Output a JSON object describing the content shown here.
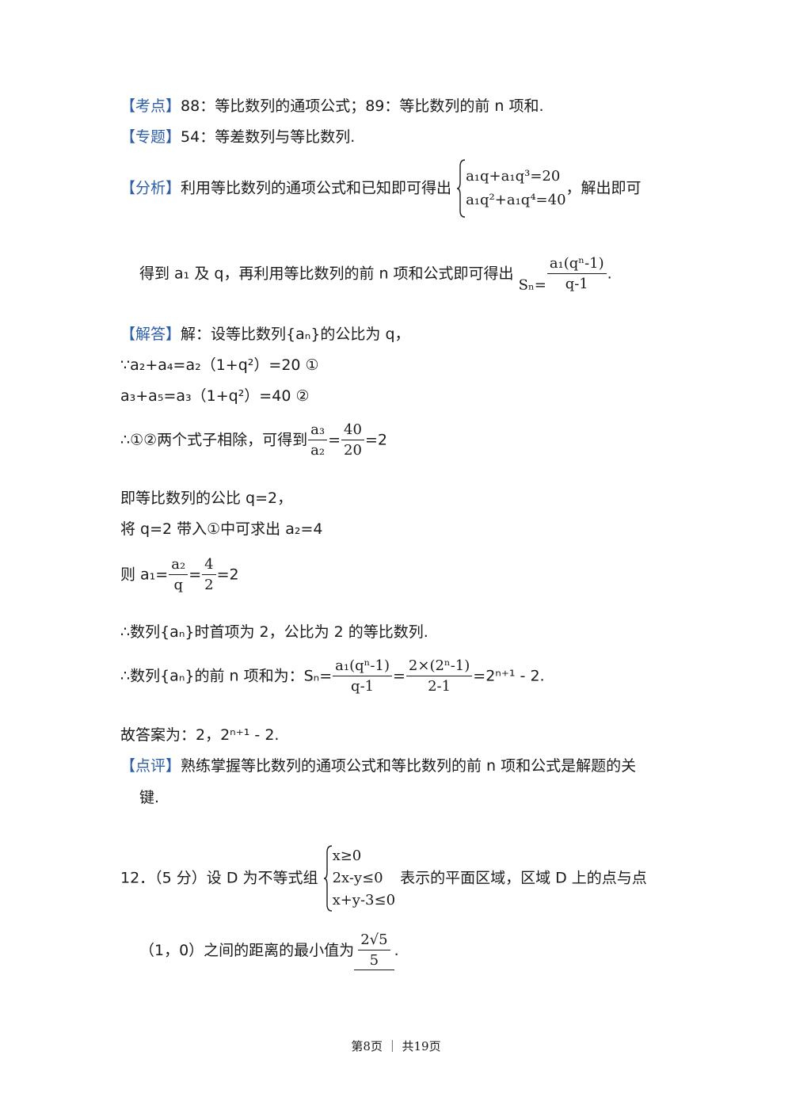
{
  "sec_kaodian": {
    "tag": "【考点】",
    "text": "88：等比数列的通项公式；89：等比数列的前 n 项和."
  },
  "sec_zhuanti": {
    "tag": "【专题】",
    "text": "54：等差数列与等比数列."
  },
  "sec_fenxi": {
    "tag": "【分析】",
    "text_before": "利用等比数列的通项公式和已知即可得出",
    "sys_row1": "a₁q+a₁q³=20",
    "sys_row2": "a₁q²+a₁q⁴=40",
    "text_after": "，解出即可",
    "line2_text": "得到 a₁ 及 q，再利用等比数列的前 n 项和公式即可得出",
    "formula_lhs": "Sₙ=",
    "formula_num": "a₁(qⁿ-1)",
    "formula_den": "q-1",
    "formula_end": "."
  },
  "sec_jieda": {
    "tag": "【解答】",
    "line1": "解：设等比数列{aₙ}的公比为 q，",
    "line2": "∵a₂+a₄=a₂（1+q²）=20 ①",
    "line3": "a₃+a₅=a₃（1+q²）=40 ②",
    "line4_text": "∴①②两个式子相除，可得到",
    "line4_f1_num": "a₃",
    "line4_f1_den": "a₂",
    "line4_eq1": "=",
    "line4_f2_num": "40",
    "line4_f2_den": "20",
    "line4_eq2": "=2",
    "line5": "即等比数列的公比 q=2，",
    "line6": "将 q=2 带入①中可求出 a₂=4",
    "line7_text": "则 a₁=",
    "line7_f1_num": "a₂",
    "line7_f1_den": "q",
    "line7_eq1": "=",
    "line7_f2_num": "4",
    "line7_f2_den": "2",
    "line7_eq2": "=2",
    "line8": "∴数列{aₙ}时首项为 2，公比为 2 的等比数列.",
    "line9_text": "∴数列{aₙ}的前 n 项和为：Sₙ=",
    "line9_f1_num": "a₁(qⁿ-1)",
    "line9_f1_den": "q-1",
    "line9_eq1": "=",
    "line9_f2_num": "2×(2ⁿ-1)",
    "line9_f2_den": "2-1",
    "line9_end": "=2ⁿ⁺¹ - 2.",
    "answer": "故答案为：2，2ⁿ⁺¹ - 2."
  },
  "sec_dianping": {
    "tag": "【点评】",
    "text": "熟练掌握等比数列的通项公式和等比数列的前 n 项和公式是解题的关",
    "text2": "键."
  },
  "q12": {
    "text_before": "12．（5 分）设 D 为不等式组",
    "sys_row1": "x≥0",
    "sys_row2": "2x-y≤0",
    "sys_row3": "x+y-3≤0",
    "text_after": "表示的平面区域，区域 D 上的点与点",
    "line2_text": "（1，0）之间的距离的最小值为",
    "answer_num": "2√5",
    "answer_den": "5",
    "line2_end": "."
  },
  "footer": "第8页 ｜ 共19页"
}
